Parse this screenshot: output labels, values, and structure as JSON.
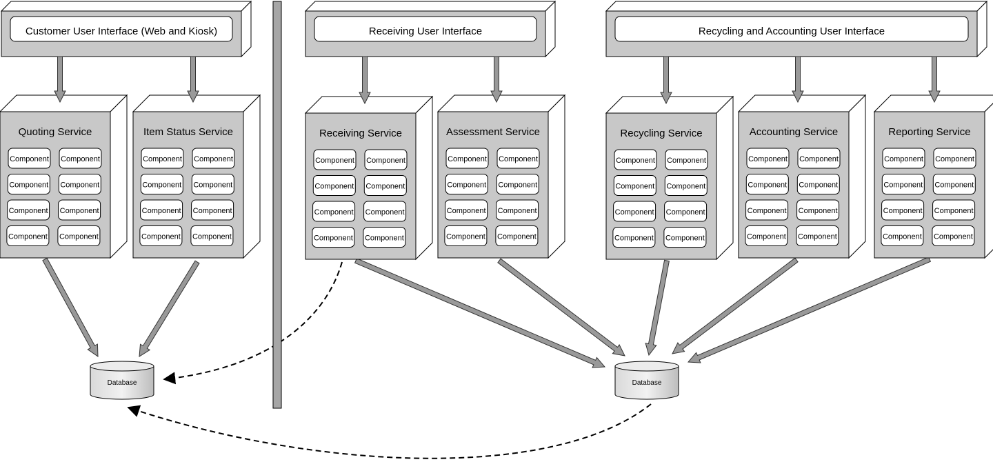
{
  "user_interfaces": [
    {
      "label": "Customer User Interface (Web and Kiosk)"
    },
    {
      "label": "Receiving User Interface"
    },
    {
      "label": "Recycling and Accounting User Interface"
    }
  ],
  "services": [
    {
      "title": "Quoting Service"
    },
    {
      "title": "Item Status Service"
    },
    {
      "title": "Receiving Service"
    },
    {
      "title": "Assessment Service"
    },
    {
      "title": "Recycling Service"
    },
    {
      "title": "Accounting Service"
    },
    {
      "title": "Reporting Service"
    }
  ],
  "component_label": "Component",
  "components_per_service": 8,
  "databases": [
    {
      "label": "Database"
    },
    {
      "label": "Database"
    }
  ],
  "colors": {
    "box_fill": "#c8c8c8",
    "box_side": "#ffffff",
    "stroke": "#000000",
    "arrow": "#999999",
    "divider": "#a6a6a6"
  }
}
